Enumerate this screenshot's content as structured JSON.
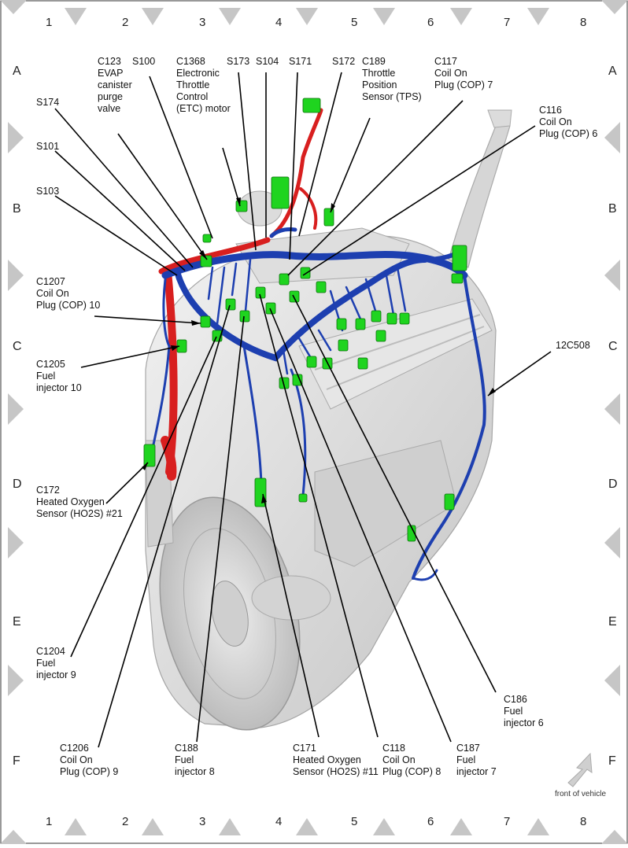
{
  "grid": {
    "columns": [
      "1",
      "2",
      "3",
      "4",
      "5",
      "6",
      "7",
      "8"
    ],
    "rows": [
      "A",
      "B",
      "C",
      "D",
      "E",
      "F"
    ]
  },
  "callouts": {
    "c123": [
      "C123",
      "EVAP",
      "canister",
      "purge",
      "valve"
    ],
    "s100": [
      "S100"
    ],
    "c1368": [
      "C1368",
      "Electronic",
      "Throttle",
      "Control",
      "(ETC) motor"
    ],
    "s173": [
      "S173"
    ],
    "s104": [
      "S104"
    ],
    "s171": [
      "S171"
    ],
    "s172": [
      "S172"
    ],
    "c189": [
      "C189",
      "Throttle",
      "Position",
      "Sensor (TPS)"
    ],
    "c117": [
      "C117",
      "Coil On",
      "Plug (COP) 7"
    ],
    "c116": [
      "C116",
      "Coil On",
      "Plug (COP) 6"
    ],
    "s174": [
      "S174"
    ],
    "s101": [
      "S101"
    ],
    "s103": [
      "S103"
    ],
    "c1207": [
      "C1207",
      "Coil On",
      "Plug (COP) 10"
    ],
    "c1205": [
      "C1205",
      "Fuel",
      "injector 10"
    ],
    "h12c508": [
      "12C508"
    ],
    "c172": [
      "C172",
      "Heated Oxygen",
      "Sensor (HO2S) #21"
    ],
    "c1204": [
      "C1204",
      "Fuel",
      "injector 9"
    ],
    "c186": [
      "C186",
      "Fuel",
      "injector 6"
    ],
    "c1206": [
      "C1206",
      "Coil On",
      "Plug (COP) 9"
    ],
    "c188": [
      "C188",
      "Fuel",
      "injector 8"
    ],
    "c171": [
      "C171",
      "Heated Oxygen",
      "Sensor (HO2S) #11"
    ],
    "c118": [
      "C118",
      "Coil On",
      "Plug (COP) 8"
    ],
    "c187": [
      "C187",
      "Fuel",
      "injector 7"
    ]
  },
  "front_of_vehicle": "front of vehicle",
  "colors": {
    "harness_blue": "#1d3fb0",
    "harness_red": "#d81f1f",
    "connector_green": "#1fd41f",
    "engine_gray": "#d9d9d9",
    "grid_triangle": "#c6c6c6"
  }
}
